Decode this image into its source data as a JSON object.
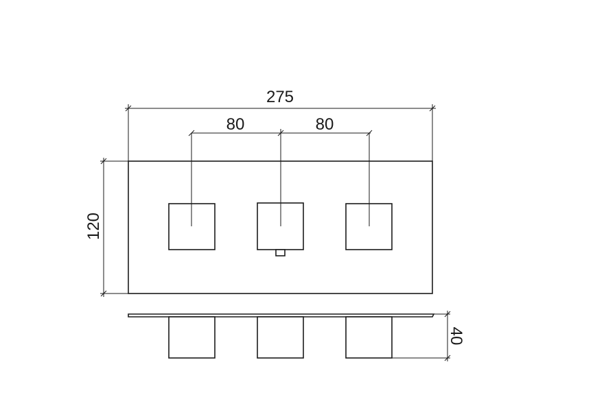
{
  "dimensions": {
    "overall_width": "275",
    "spacing_left": "80",
    "spacing_right": "80",
    "plate_height": "120",
    "depth": "40"
  },
  "colors": {
    "line": "#1a1a1a",
    "background": "#ffffff"
  }
}
